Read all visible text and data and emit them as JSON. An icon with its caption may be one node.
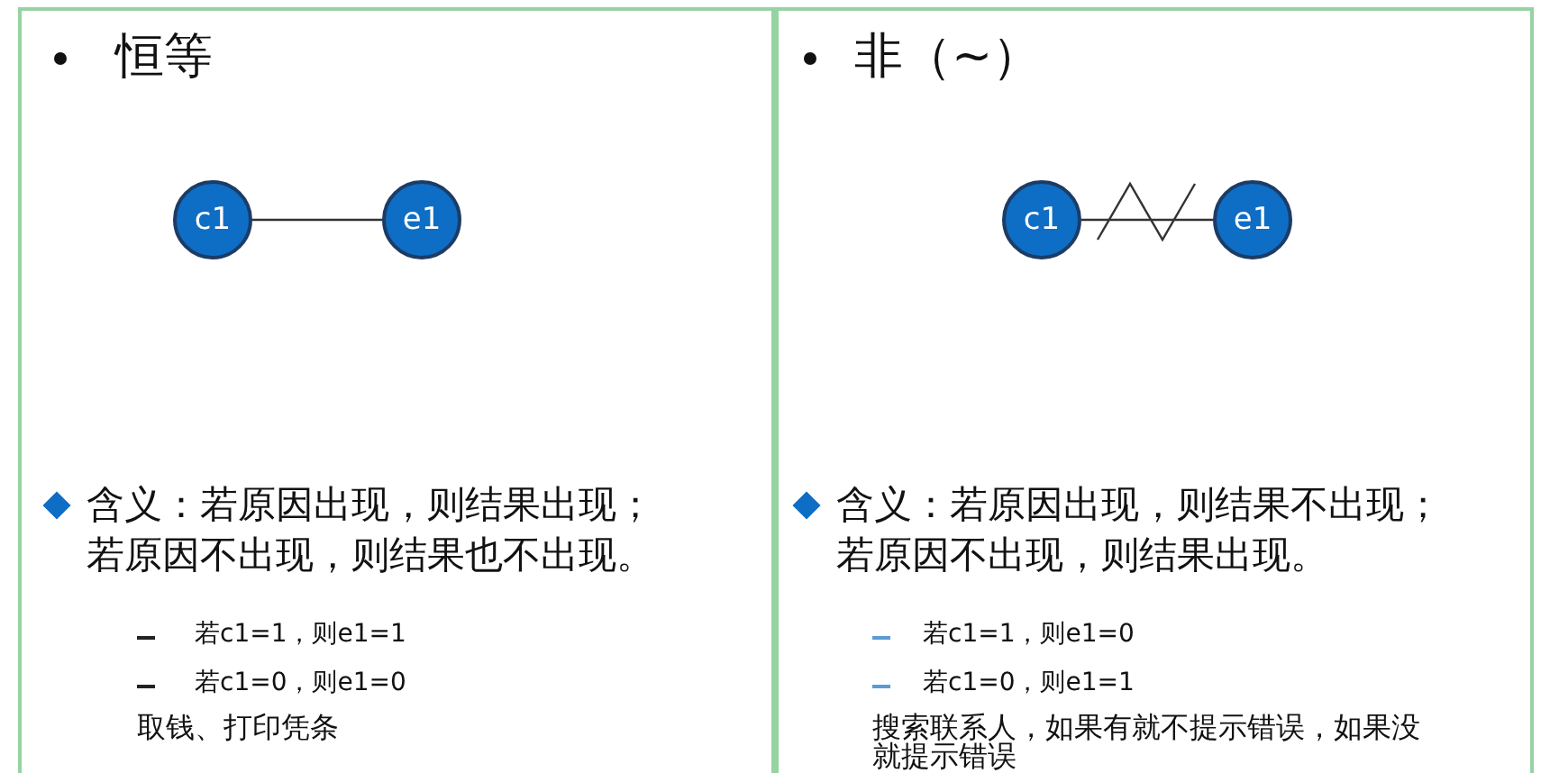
{
  "diagram": {
    "nodes": [
      {
        "text": [
          "恒等",
          "含义：若原因出现，则结果出现；若原因不出现，则结果也不出现。",
          "若c1=1，则e1=1",
          "若c1=0，则e1=0",
          "取钱、打印凭条"
        ]
      },
      {
        "text": [
          "c1"
        ],
        "in": 0
      },
      {
        "text": [
          "e1"
        ],
        "in": 0
      },
      {
        "text": [
          "非（~）",
          "含义：若原因出现，则结果不出现；若原因不出现，则结果出现。",
          "若c1=1，则e1=0",
          "若c1=0，则e1=1",
          "搜索联系人，如果有就不提示错误，如果没就提示错误"
        ]
      },
      {
        "text": [
          "c1"
        ],
        "in": 3
      },
      {
        "text": [
          "e1"
        ],
        "in": 3
      }
    ],
    "edges": [
      {
        "from": 1,
        "to": 2,
        "arrow": "none"
      },
      {
        "from": 4,
        "to": 5,
        "arrow": "none"
      }
    ]
  }
}
